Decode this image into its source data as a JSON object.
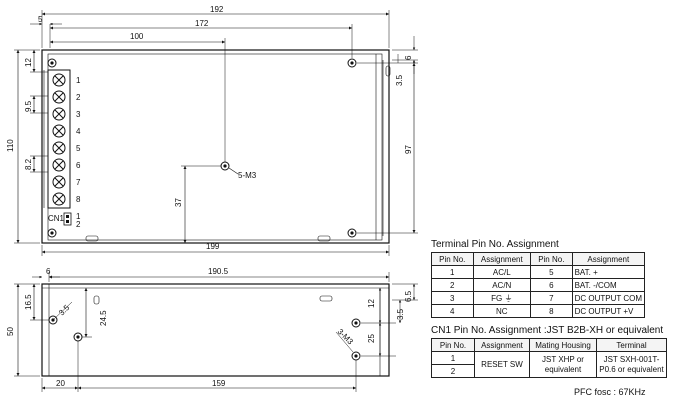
{
  "top_view": {
    "dims": {
      "overall_length": "192",
      "inner_length": "172",
      "to_mount_hole": "100",
      "left_offset": "5",
      "body_length": "199",
      "height": "110",
      "top_margin": "12",
      "pin_pitch_a": "9.5",
      "pin_pitch_b": "8.2",
      "hole_from_bottom": "37",
      "hole_height": "97",
      "right_a": "6",
      "right_b": "3.5"
    },
    "screw_label": "5-M3",
    "terminal_numbers": [
      "1",
      "2",
      "3",
      "4",
      "5",
      "6",
      "7",
      "8"
    ],
    "cn1_label": "CN1",
    "cn1_pins": [
      "1",
      "2"
    ]
  },
  "side_view": {
    "dims": {
      "left_offset": "6",
      "length": "190.5",
      "height": "50",
      "upper": "16.5",
      "hole_dia": "3.5",
      "depth": "24.5",
      "right_a": "12",
      "right_b": "3.5",
      "right_c": "6.5",
      "right_d": "25",
      "bottom_left": "20",
      "bottom_span": "159"
    },
    "screw_label": "3-M3"
  },
  "terminal_table": {
    "title": "Terminal Pin No.  Assignment",
    "headers": [
      "Pin No.",
      "Assignment",
      "Pin No.",
      "Assignment"
    ],
    "rows": [
      [
        "1",
        "AC/L",
        "5",
        "BAT. +"
      ],
      [
        "2",
        "AC/N",
        "6",
        "BAT. -/COM"
      ],
      [
        "3",
        "FG ⏚",
        "7",
        "DC OUTPUT COM"
      ],
      [
        "4",
        "NC",
        "8",
        "DC OUTPUT +V"
      ]
    ]
  },
  "cn1_table": {
    "title": "CN1 Pin No.  Assignment :JST B2B-XH or equivalent",
    "headers": [
      "Pin No.",
      "Assignment",
      "Mating Housing",
      "Terminal"
    ],
    "pin1": "1",
    "pin2": "2",
    "assignment": "RESET SW",
    "housing": "JST XHP or equivalent",
    "terminal": "JST SXH-001T-P0.6 or equivalent"
  },
  "pfc_note": "PFC fosc : 67KHz"
}
